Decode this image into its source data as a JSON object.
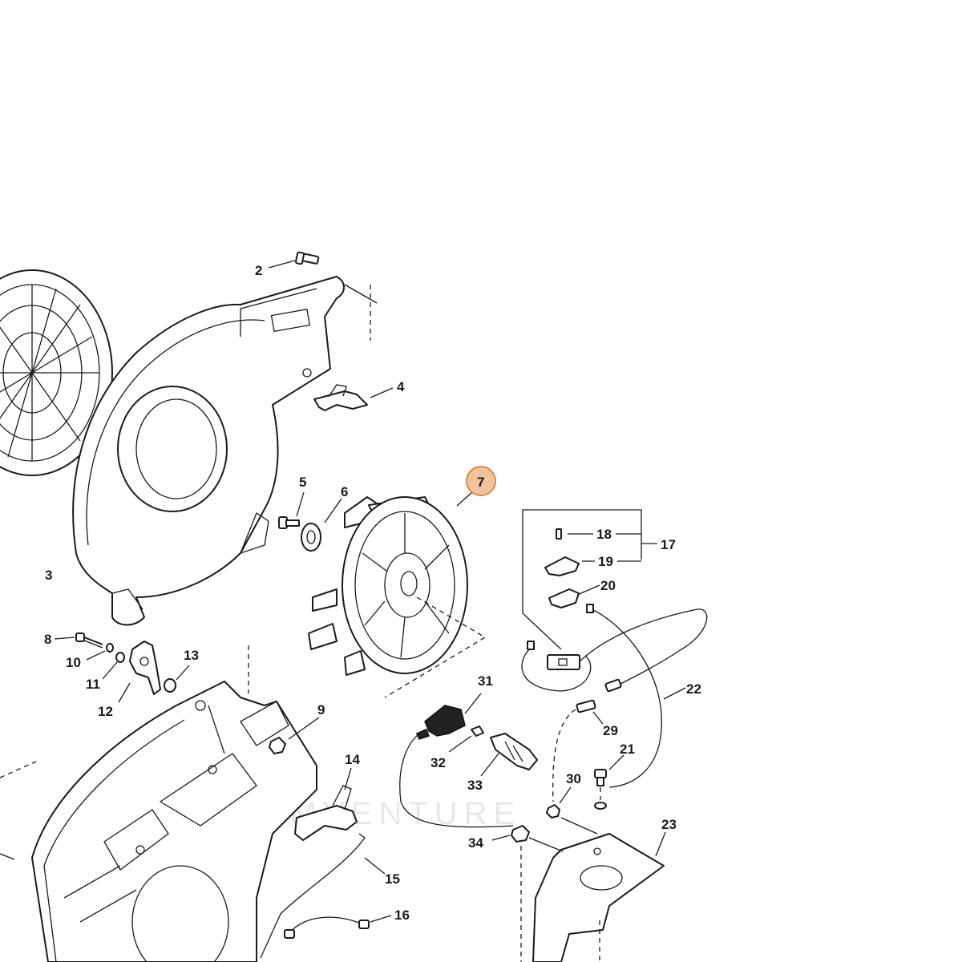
{
  "watermark": "FARMVENTURE",
  "colors": {
    "line": "#1a1a1a",
    "highlight_fill": "#f2c39a",
    "highlight_stroke": "#d98a4a",
    "background": "#ffffff"
  },
  "callouts": {
    "c2": "2",
    "c3": "3",
    "c4": "4",
    "c5": "5",
    "c6": "6",
    "c7": "7",
    "c8": "8",
    "c9": "9",
    "c10": "10",
    "c11": "11",
    "c12": "12",
    "c13": "13",
    "c14": "14",
    "c15": "15",
    "c16": "16",
    "c17": "17",
    "c18": "18",
    "c19": "19",
    "c20": "20",
    "c21": "21",
    "c22": "22",
    "c23": "23",
    "c29": "29",
    "c30": "30",
    "c31": "31",
    "c32": "32",
    "c33": "33",
    "c34": "34"
  },
  "highlighted_part": "7"
}
